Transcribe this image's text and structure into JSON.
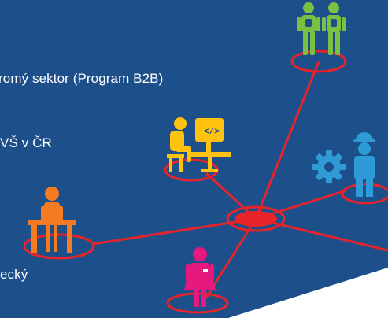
{
  "texts": {
    "line1": "romý sektor (Program B2B)",
    "line2": "VŠ v ČR",
    "line3": "ecký"
  },
  "icons": {
    "students": "students-with-backpacks-icon",
    "developer": "developer-at-computer-icon",
    "engineer": "engineer-with-gear-icon",
    "craftsman": "craftsman-at-workbench-icon",
    "doctor": "female-professional-icon",
    "hub": "hub-node"
  },
  "colors": {
    "background": "#1d4f8a",
    "network_red": "#e8232a",
    "students_green": "#7ac143",
    "developer_yellow": "#ffc20e",
    "engineer_blue": "#2e9ad6",
    "craftsman_orange": "#f47b20",
    "doctor_pink": "#e5197e"
  }
}
